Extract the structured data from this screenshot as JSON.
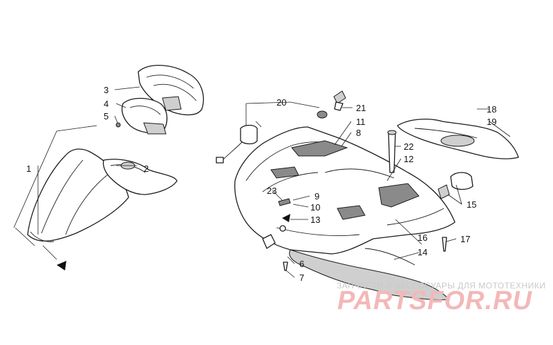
{
  "labels": [
    "1",
    "2",
    "3",
    "4",
    "5",
    "6",
    "7",
    "8",
    "9",
    "10",
    "11",
    "12",
    "13",
    "14",
    "15",
    "16",
    "17",
    "18",
    "19",
    "20",
    "21",
    "22",
    "23"
  ],
  "watermark": {
    "caption": "ЗАПЧАСТИ И АКСЕССУАРЫ ДЛЯ МОТОТЕХНИКИ",
    "logo": "PARTSFOR.RU"
  },
  "colors": {
    "line": "#1a1a1a",
    "watermark_caption": "#c9c9c9",
    "watermark_logo": "#f3b8b8"
  }
}
